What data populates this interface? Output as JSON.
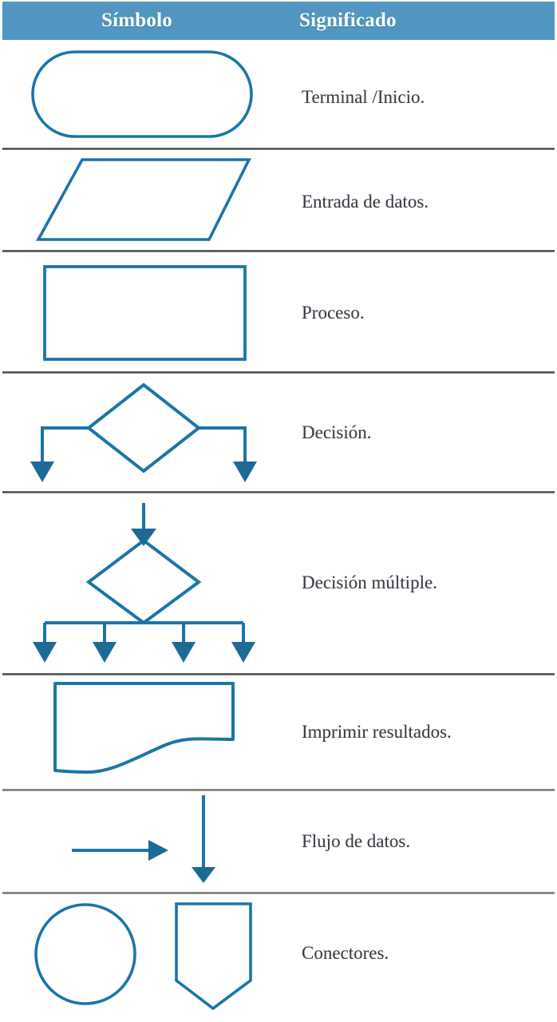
{
  "table": {
    "header": {
      "symbol_label": "Símbolo",
      "meaning_label": "Significado",
      "background_color": "#5196c0",
      "text_color": "#ffffff"
    },
    "style": {
      "stroke_color": "#1b75a8",
      "label_color": "#3b3b44",
      "divider_color": "#3c3c3c",
      "page_background": "#ffffff"
    },
    "rows": [
      {
        "symbol_name": "terminal-stadium-shape",
        "meaning": "Terminal /Inicio."
      },
      {
        "symbol_name": "input-parallelogram-shape",
        "meaning": "Entrada de datos."
      },
      {
        "symbol_name": "process-rectangle-shape",
        "meaning": "Proceso."
      },
      {
        "symbol_name": "decision-diamond-shape",
        "meaning": "Decisión."
      },
      {
        "symbol_name": "multiple-decision-diamond-shape",
        "meaning": "Decisión múltiple."
      },
      {
        "symbol_name": "print-output-document-shape",
        "meaning": "Imprimir resultados."
      },
      {
        "symbol_name": "flow-arrows-shape",
        "meaning": "Flujo de datos."
      },
      {
        "symbol_name": "connectors-circle-and-shield-shape",
        "meaning": "Conectores."
      }
    ]
  }
}
